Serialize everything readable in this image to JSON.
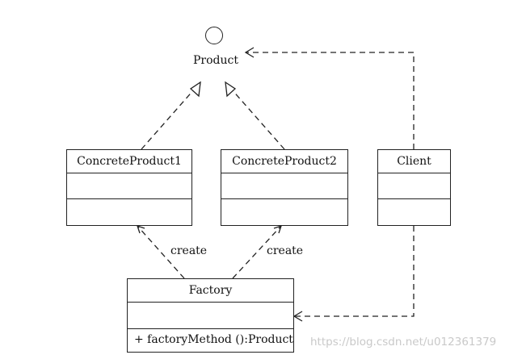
{
  "diagram": {
    "product": {
      "label": "Product"
    },
    "classes": {
      "concrete_product_1": {
        "name": "ConcreteProduct1"
      },
      "concrete_product_2": {
        "name": "ConcreteProduct2"
      },
      "client": {
        "name": "Client"
      },
      "factory": {
        "name": "Factory",
        "operation": "+ factoryMethod ():Product"
      }
    },
    "relations": {
      "create_1": "create",
      "create_2": "create"
    },
    "watermark": "https://blog.csdn.net/u012361379"
  }
}
